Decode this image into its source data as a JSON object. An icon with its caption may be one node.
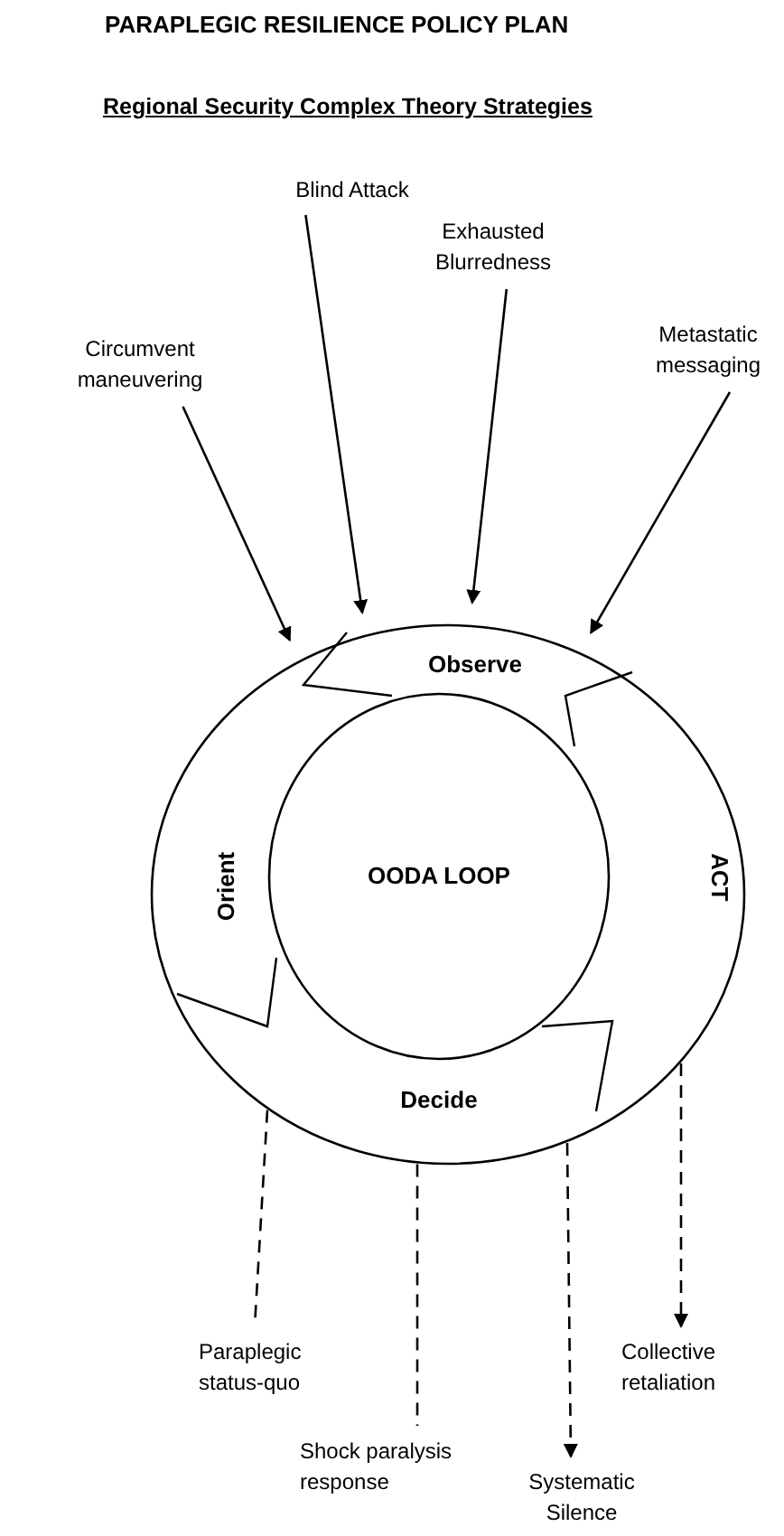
{
  "diagram": {
    "title": "PARAPLEGIC RESILIENCE POLICY PLAN",
    "nodes": [
      {
        "text": [],
        "shape": "circle"
      },
      {
        "text": [
          "Observe"
        ],
        "in": 0
      },
      {
        "text": [
          "ACT"
        ],
        "in": 0
      },
      {
        "text": [
          "Decide"
        ],
        "in": 0
      },
      {
        "text": [
          "Orient"
        ],
        "in": 0
      },
      {
        "text": [
          "OODA LOOP"
        ],
        "in": 0
      },
      {
        "text": [
          "Circumvent maneuvering"
        ]
      },
      {
        "text": [
          "Blind Attack"
        ]
      },
      {
        "text": [
          "Exhausted Blurredness"
        ]
      },
      {
        "text": [
          "Metastatic messaging"
        ]
      },
      {
        "text": [
          "Paraplegic status-quo"
        ]
      },
      {
        "text": [
          "Shock paralysis response"
        ]
      },
      {
        "text": [
          "Systematic Silence"
        ]
      },
      {
        "text": [
          "Collective retaliation"
        ]
      }
    ],
    "edges": [
      {
        "from": 6,
        "to": 0,
        "arrow": "to"
      },
      {
        "from": 7,
        "to": 0,
        "arrow": "to"
      },
      {
        "from": 8,
        "to": 0,
        "arrow": "to"
      },
      {
        "from": 9,
        "to": 0,
        "arrow": "to"
      },
      {
        "from": 0,
        "to": 10,
        "arrow": "none",
        "style": "dashed"
      },
      {
        "from": 0,
        "to": 11,
        "arrow": "none",
        "style": "dashed"
      },
      {
        "from": 0,
        "to": 12,
        "arrow": "to",
        "style": "dashed"
      },
      {
        "from": 0,
        "to": 13,
        "arrow": "to",
        "style": "dashed"
      }
    ],
    "labels": [
      "Regional Security Complex Theory Strategies"
    ]
  }
}
